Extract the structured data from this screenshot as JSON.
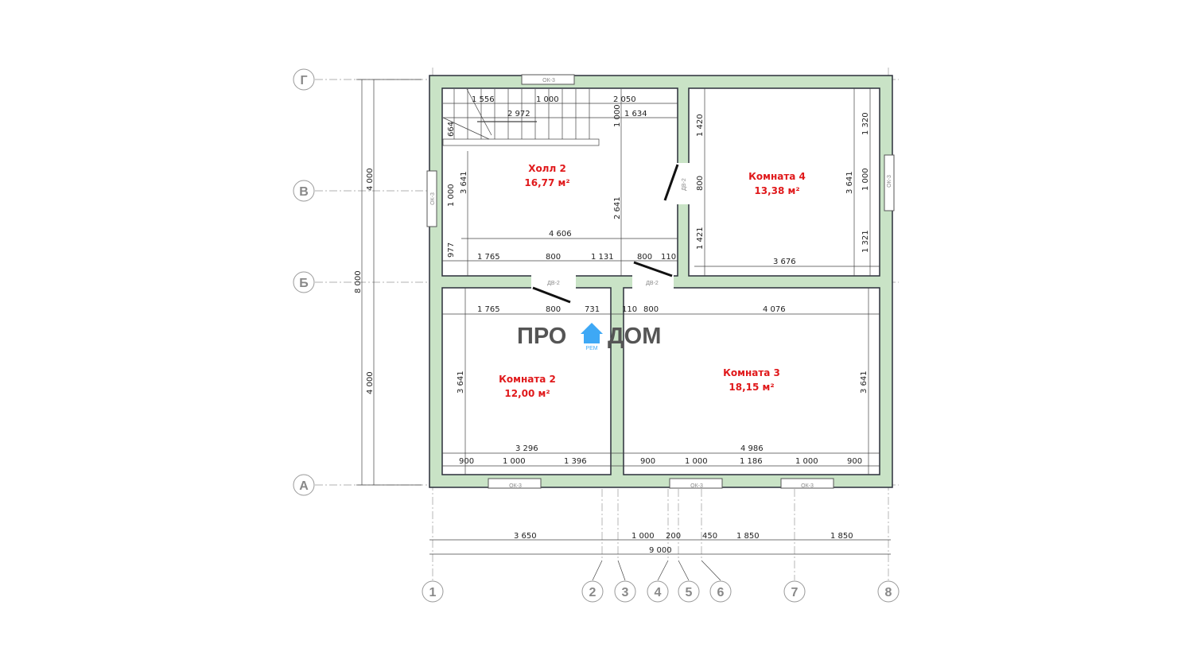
{
  "axes": {
    "rows": [
      "Г",
      "В",
      "Б",
      "А"
    ],
    "cols": [
      "1",
      "2",
      "3",
      "4",
      "5",
      "6",
      "7",
      "8"
    ]
  },
  "rooms": [
    {
      "name": "Холл 2",
      "area": "16,77 м²"
    },
    {
      "name": "Комната 4",
      "area": "13,38 м²"
    },
    {
      "name": "Комната 2",
      "area": "12,00 м²"
    },
    {
      "name": "Комната 3",
      "area": "18,15 м²"
    }
  ],
  "tags": {
    "window": "ОК-3",
    "door": "ДВ-2"
  },
  "logo": {
    "left": "ПРО",
    "right": "ДОМ",
    "sub": "РЕМ",
    "color": "#3ea8f5"
  },
  "dims_h": [
    "1 556",
    "1 000",
    "2 050",
    "2 972",
    "1 634",
    "4 606",
    "1 765",
    "800",
    "1 131",
    "800",
    "110",
    "3 676",
    "1 765",
    "800",
    "731",
    "110",
    "800",
    "4 076",
    "3 296",
    "900",
    "1 000",
    "1 396",
    "4 986",
    "900",
    "1 000",
    "1 186",
    "1 000",
    "900"
  ],
  "dims_v": [
    "664",
    "3 641",
    "1 000",
    "977",
    "1 000",
    "2 641",
    "1 420",
    "800",
    "1 421",
    "3 641",
    "1 320",
    "1 000",
    "1 321",
    "3 641",
    "3 641"
  ],
  "bottom": [
    "3 650",
    "1 000",
    "200",
    "450",
    "1 850",
    "1 850",
    "9 000"
  ],
  "left": [
    "4 000",
    "8 000",
    "4 000"
  ]
}
